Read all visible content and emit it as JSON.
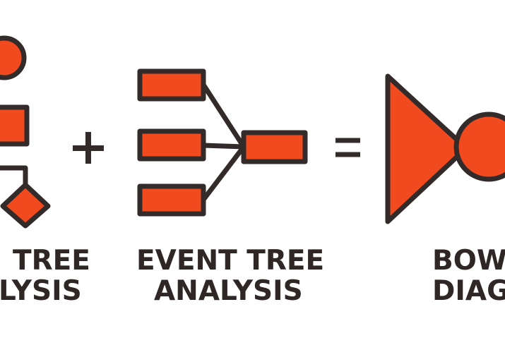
{
  "colors": {
    "fill": "#f24a1f",
    "stroke": "#332b2a",
    "background": "#ffffff"
  },
  "fault_tree": {
    "line1": "TREE",
    "line2": "LYSIS"
  },
  "operators": {
    "plus": "+",
    "equals": "="
  },
  "event_tree": {
    "line1": "EVENT TREE",
    "line2": "ANALYSIS"
  },
  "bowtie": {
    "line1": "BOW",
    "line2": "DIAG"
  }
}
